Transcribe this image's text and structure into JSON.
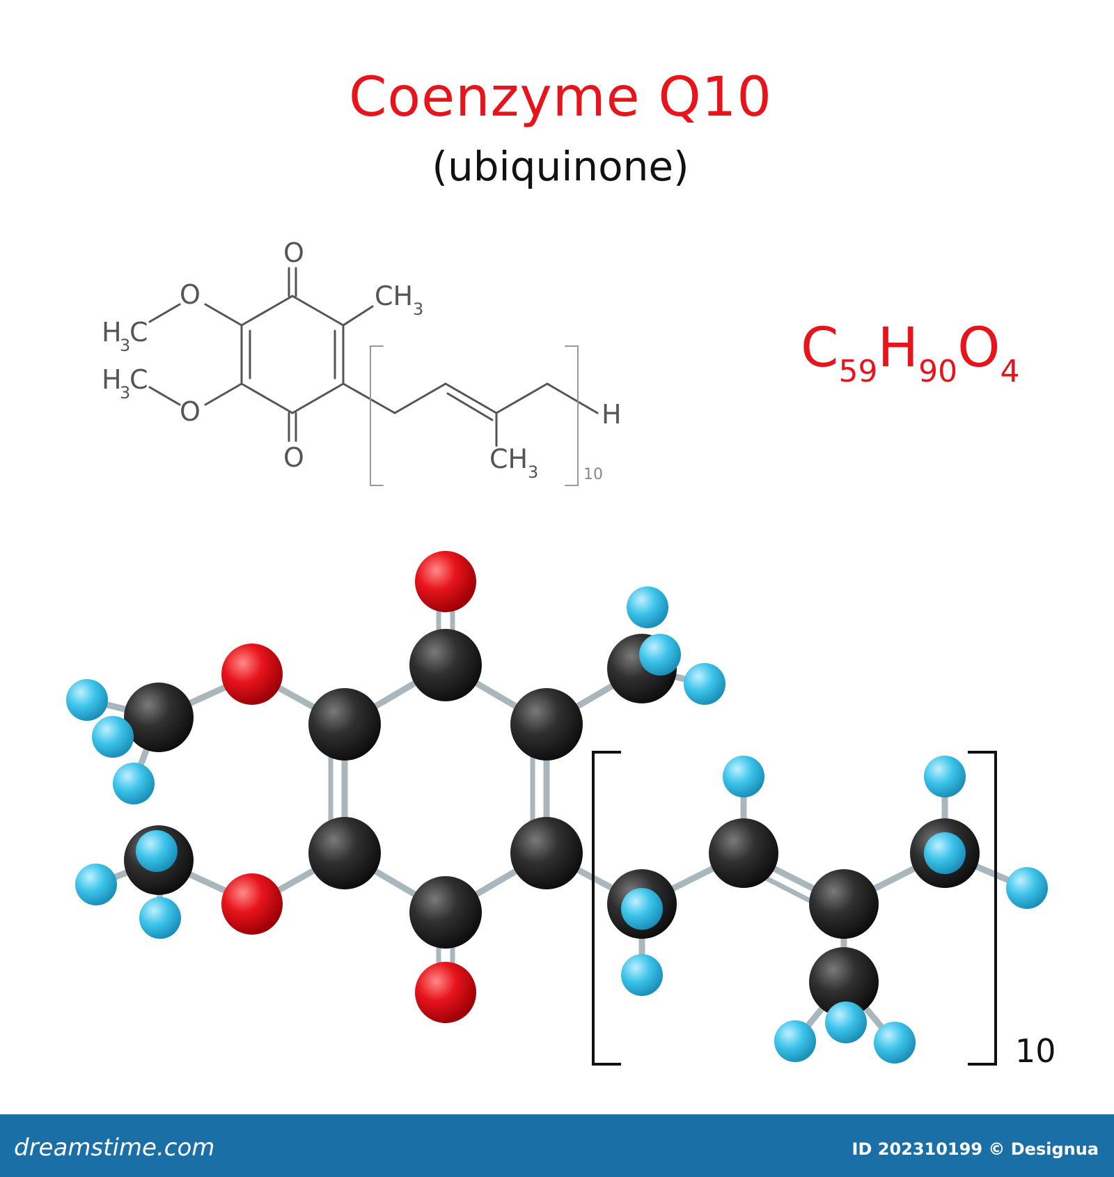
{
  "title": "Coenzyme Q10",
  "subtitle": "(ubiquinone)",
  "formula": {
    "c": "C",
    "c_count": "59",
    "h": "H",
    "h_count": "90",
    "o": "O",
    "o_count": "4"
  },
  "structure_labels": {
    "oxygen": "O",
    "methyl_main": "CH",
    "methyl_sub": "3",
    "methoxy_h": "H",
    "methoxy_sub": "3",
    "methoxy_c": "C",
    "terminal_h": "H",
    "repeat_count": "10"
  },
  "model_repeat_count": "10",
  "colors": {
    "title": "#e8141c",
    "carbon": "#2b2b2b",
    "oxygen": "#e8141c",
    "hydrogen": "#3cc3ea",
    "footer": "#1a6fa6"
  },
  "footer": {
    "brand": "dreamstime.com",
    "id": "ID 202310199 © Designua"
  }
}
